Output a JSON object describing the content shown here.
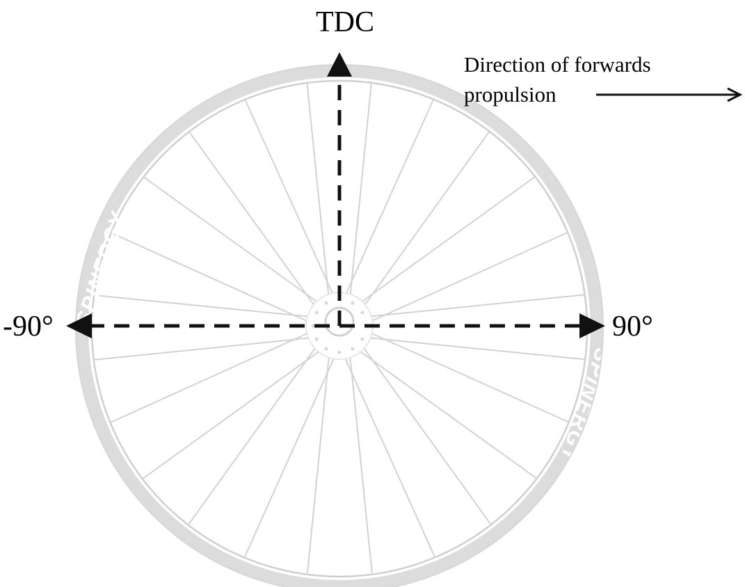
{
  "labels": {
    "top": "TDC",
    "left": "-90°",
    "right": "90°",
    "direction_line1": "Direction of forwards",
    "direction_line2": "propulsion"
  },
  "wheel": {
    "brand_text": "SPINERGY",
    "spoke_count": 24
  },
  "colors": {
    "rim": "#dcdcdc",
    "spokes": "#d2d2d2",
    "axis": "#111111",
    "text": "#000000",
    "background": "#ffffff"
  }
}
